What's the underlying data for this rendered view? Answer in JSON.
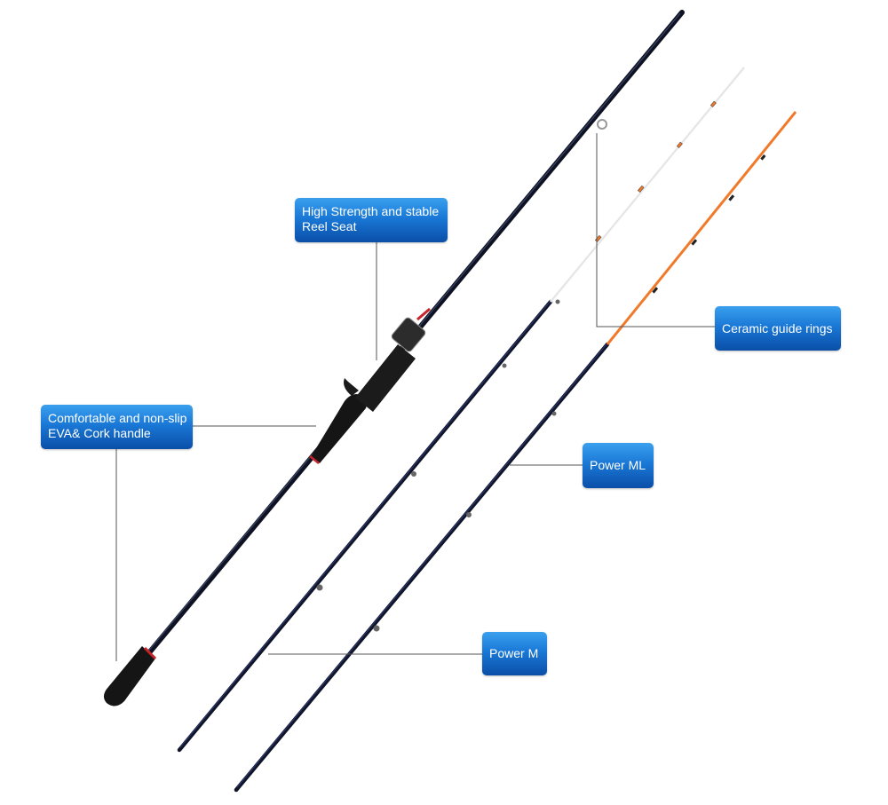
{
  "callouts": {
    "reel_seat": {
      "line1": "High Strength and stable",
      "line2": "Reel Seat"
    },
    "handle": {
      "line1": "Comfortable and non-slip",
      "line2": "EVA& Cork handle"
    },
    "guides": {
      "text": "Ceramic guide rings"
    },
    "power_ml": {
      "text": "Power ML"
    },
    "power_m": {
      "text": "Power M"
    }
  },
  "colors": {
    "callout_top": "#3aa0ee",
    "callout_bottom": "#0a4fa8",
    "rod_blank": "#141a2e",
    "tip_white": "#f2f2f2",
    "tip_orange": "#f07a2a",
    "accent_red": "#c8242a",
    "leader_line": "#555555"
  }
}
